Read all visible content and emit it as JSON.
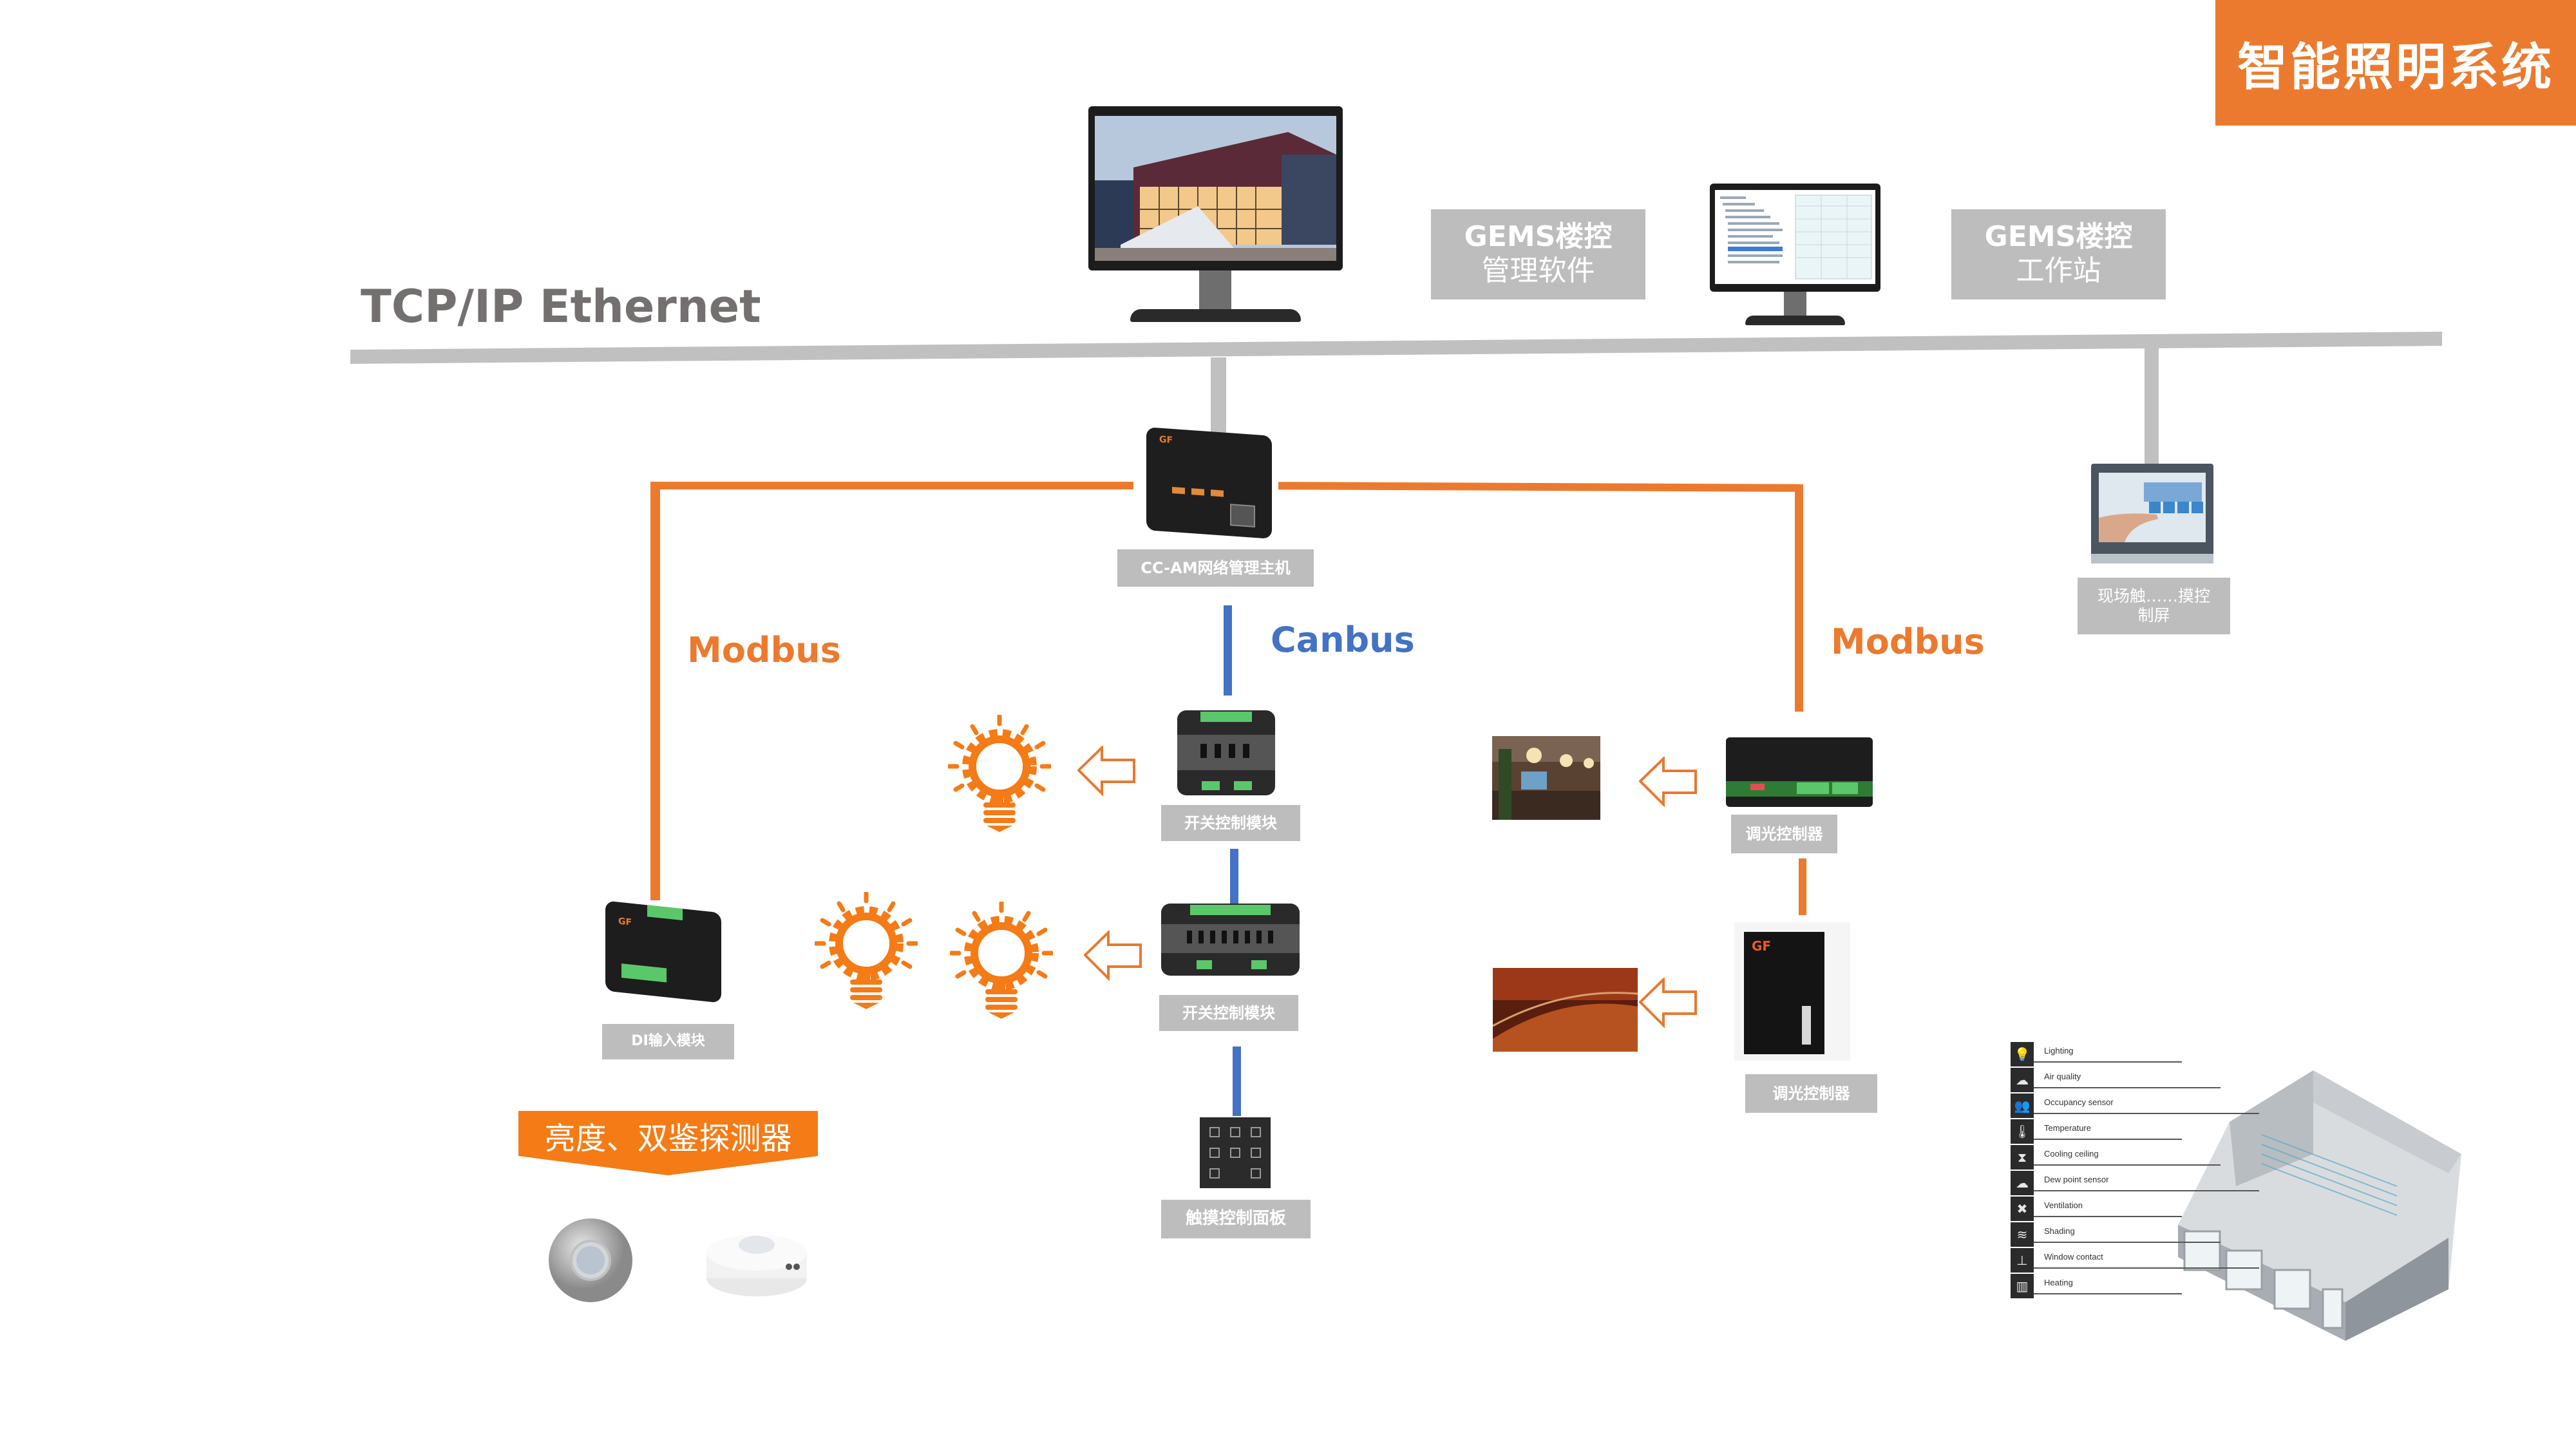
{
  "title": "智能照明系统",
  "network": {
    "label": "TCP/IP Ethernet"
  },
  "workstations": {
    "software_label_line1": "GEMS楼控",
    "software_label_line2": "管理软件",
    "workstation_label_line1": "GEMS楼控",
    "workstation_label_line2": "工作站"
  },
  "main_controller": {
    "label": "CC-AM网络管理主机"
  },
  "touch_screen": {
    "label_line1": "现场触……摸控",
    "label_line2": "制屏"
  },
  "buses": {
    "modbus_left": "Modbus",
    "canbus": "Canbus",
    "modbus_right": "Modbus"
  },
  "modules": {
    "switch_module_1": "开关控制模块",
    "switch_module_2": "开关控制模块",
    "touch_panel": "触摸控制面板",
    "dimmer_1": "调光控制器",
    "dimmer_2": "调光控制器",
    "di_module": "DI输入模块"
  },
  "sensors": {
    "banner": "亮度、双鉴探测器"
  },
  "room_legend": [
    {
      "label": "Lighting",
      "icon": "bulb-icon"
    },
    {
      "label": "Air quality",
      "icon": "cloud-icon"
    },
    {
      "label": "Occupancy sensor",
      "icon": "people-icon"
    },
    {
      "label": "Temperature",
      "icon": "thermometer-icon"
    },
    {
      "label": "Cooling ceiling",
      "icon": "hourglass-icon"
    },
    {
      "label": "Dew point sensor",
      "icon": "dew-cloud-icon"
    },
    {
      "label": "Ventilation",
      "icon": "fan-icon"
    },
    {
      "label": "Shading",
      "icon": "shading-icon"
    },
    {
      "label": "Window contact",
      "icon": "window-contact-icon"
    },
    {
      "label": "Heating",
      "icon": "radiator-icon"
    }
  ],
  "colors": {
    "accent_orange": "#ec7a2e",
    "canbus_blue": "#4472c4",
    "label_gray": "#bdbdbd",
    "network_gray": "#c0c0c0",
    "text_gray": "#747070"
  }
}
